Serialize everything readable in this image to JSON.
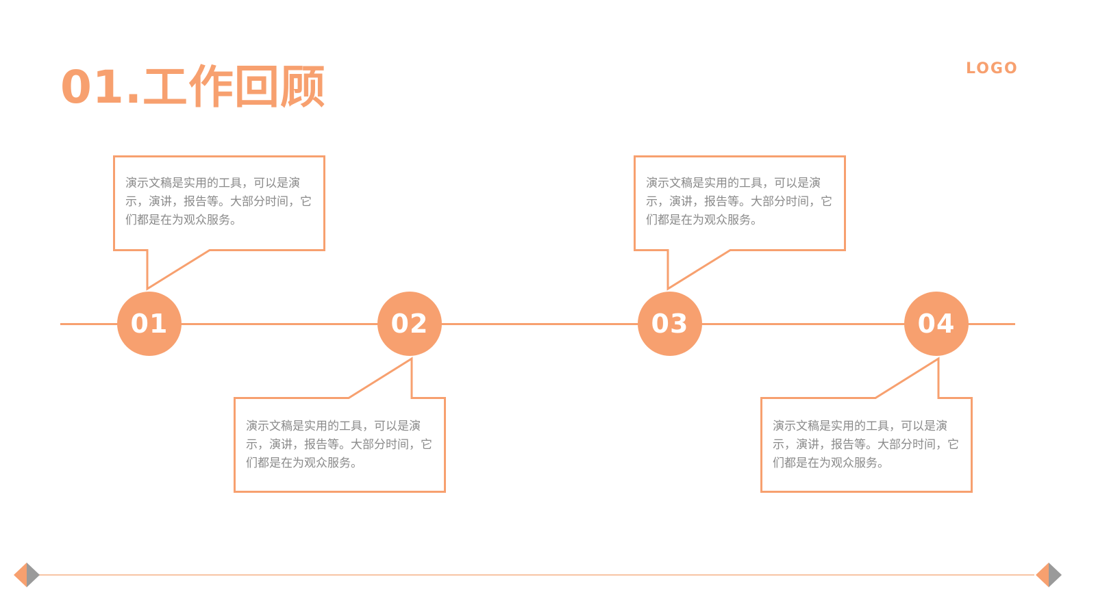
{
  "title": "01.工作回顾",
  "logo": "LOGO",
  "colors": {
    "accent": "#f7a06f",
    "text": "#8a8a8a",
    "gray": "#9a9a9a"
  },
  "milestones": [
    {
      "number": "01",
      "text": "演示文稿是实用的工具，可以是演示，演讲，报告等。大部分时间，它们都是在为观众服务。"
    },
    {
      "number": "02",
      "text": "演示文稿是实用的工具，可以是演示，演讲，报告等。大部分时间，它们都是在为观众服务。"
    },
    {
      "number": "03",
      "text": "演示文稿是实用的工具，可以是演示，演讲，报告等。大部分时间，它们都是在为观众服务。"
    },
    {
      "number": "04",
      "text": "演示文稿是实用的工具，可以是演示，演讲，报告等。大部分时间，它们都是在为观众服务。"
    }
  ]
}
